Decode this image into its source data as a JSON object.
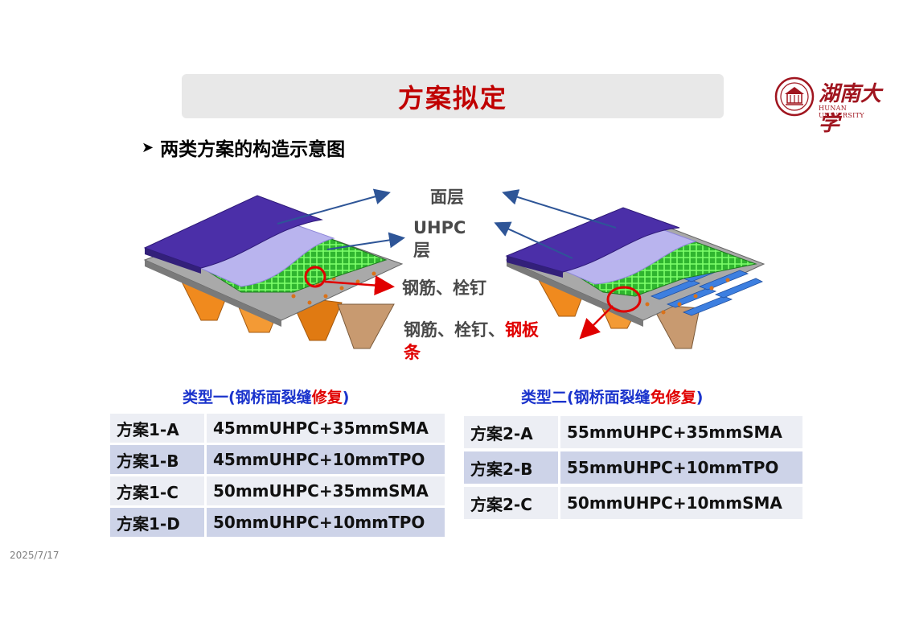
{
  "slide": {
    "title": "方案拟定",
    "subtitle": "两类方案的构造示意图",
    "date": "2025/7/17"
  },
  "logo": {
    "name_cn": "湖南大学",
    "name_en": "HUNAN UNIVERSITY"
  },
  "diagram_labels": {
    "surface_layer": "面层",
    "uhpc_layer_line1": "UHPC",
    "uhpc_layer_line2": "层",
    "rebar_studs": "钢筋、栓钉",
    "rebar_studs_plate_prefix": "钢筋、栓钉、",
    "rebar_studs_plate_red1": "钢板",
    "rebar_studs_plate_red2": "条"
  },
  "type1": {
    "heading_prefix": "类型一(钢桥面裂缝",
    "heading_red": "修复",
    "heading_suffix": ")",
    "rows": [
      {
        "plan": "方案1-A",
        "spec": "45mmUHPC+35mmSMA"
      },
      {
        "plan": "方案1-B",
        "spec": "45mmUHPC+10mmTPO"
      },
      {
        "plan": "方案1-C",
        "spec": "50mmUHPC+35mmSMA"
      },
      {
        "plan": "方案1-D",
        "spec": "50mmUHPC+10mmTPO"
      }
    ]
  },
  "type2": {
    "heading_prefix": "类型二(钢桥面裂缝",
    "heading_red": "免修复",
    "heading_suffix": ")",
    "rows": [
      {
        "plan": "方案2-A",
        "spec": "55mmUHPC+35mmSMA"
      },
      {
        "plan": "方案2-B",
        "spec": "55mmUHPC+10mmTPO"
      },
      {
        "plan": "方案2-C",
        "spec": "50mmUHPC+10mmSMA"
      }
    ]
  },
  "colors": {
    "title": "#c00000",
    "heading_blue": "#1a33cc",
    "highlight_red": "#e00000",
    "surface_purple": "#4b2fa8",
    "uhpc_lavender": "#b9b4ee",
    "rebar_green": "#3cc83c",
    "girder_orange": "#f08a1e"
  }
}
